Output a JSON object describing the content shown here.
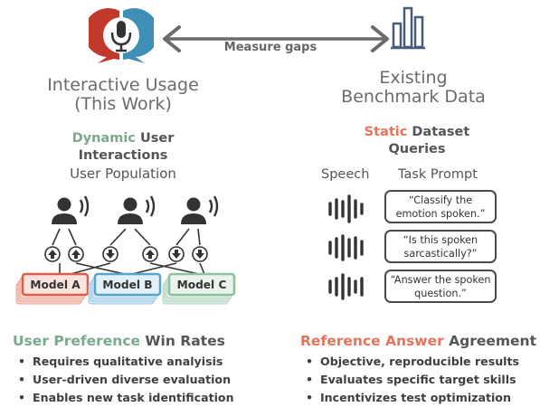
{
  "top": {
    "arrow_label": "Measure gaps"
  },
  "left": {
    "title_line1": "Interactive Usage",
    "title_line2": "(This Work)",
    "subtitle_dynamic": "Dynamic",
    "subtitle_user": " User",
    "subtitle_interactions": "Interactions",
    "population_label": "User Population",
    "models": [
      "Model A",
      "Model B",
      "Model C"
    ],
    "heading_accent": "User Preference",
    "heading_rest": " Win Rates",
    "bullets": [
      "Requires qualitative analyisis",
      "User-driven diverse evaluation",
      "Enables new task identification"
    ],
    "colors": {
      "accent": "#7aa98e",
      "model_a": "#d95f4b",
      "model_b": "#5ba3c9",
      "model_c": "#8fbf9f"
    }
  },
  "right": {
    "title_line1": "Existing",
    "title_line2": "Benchmark Data",
    "subtitle_static": "Static",
    "subtitle_dataset": " Dataset",
    "subtitle_queries": "Queries",
    "col_speech": "Speech",
    "col_prompt": "Task Prompt",
    "prompts": [
      [
        "“Classify the",
        "emotion spoken.”"
      ],
      [
        "“Is this spoken",
        "sarcastically?”"
      ],
      [
        "“Answer the spoken",
        "question.”"
      ]
    ],
    "heading_accent": "Reference Answer",
    "heading_rest": " Agreement",
    "bullets": [
      "Objective, reproducible results",
      "Evaluates specific target skills",
      "Incentivizes test optimization"
    ],
    "colors": {
      "accent": "#e6735a"
    }
  },
  "icons": [
    "microphone-chat-icon",
    "bar-chart-icon",
    "person-speaking-icon",
    "upvote-icon",
    "downvote-icon",
    "waveform-icon"
  ]
}
